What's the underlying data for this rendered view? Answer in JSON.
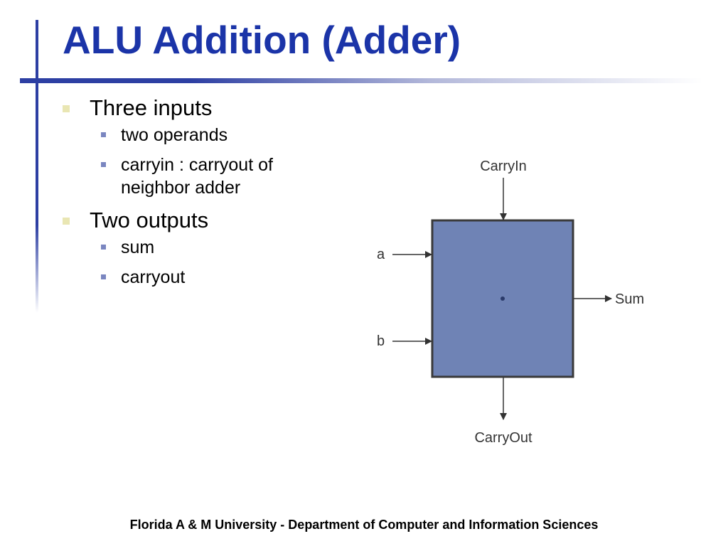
{
  "slide": {
    "title": "ALU Addition (Adder)",
    "bullets": [
      {
        "text": "Three inputs",
        "sub": [
          "two operands",
          "carryin : carryout of neighbor adder"
        ]
      },
      {
        "text": "Two outputs",
        "sub": [
          "sum",
          "carryout"
        ]
      }
    ],
    "footer": "Florida A & M University - Department of Computer and Information Sciences"
  },
  "diagram": {
    "labels": {
      "carry_in": "CarryIn",
      "a": "a",
      "b": "b",
      "sum": "Sum",
      "carry_out": "CarryOut"
    },
    "colors": {
      "box_fill": "#6f83b5",
      "box_stroke": "#3a3a3a",
      "arrow": "#333333"
    }
  }
}
